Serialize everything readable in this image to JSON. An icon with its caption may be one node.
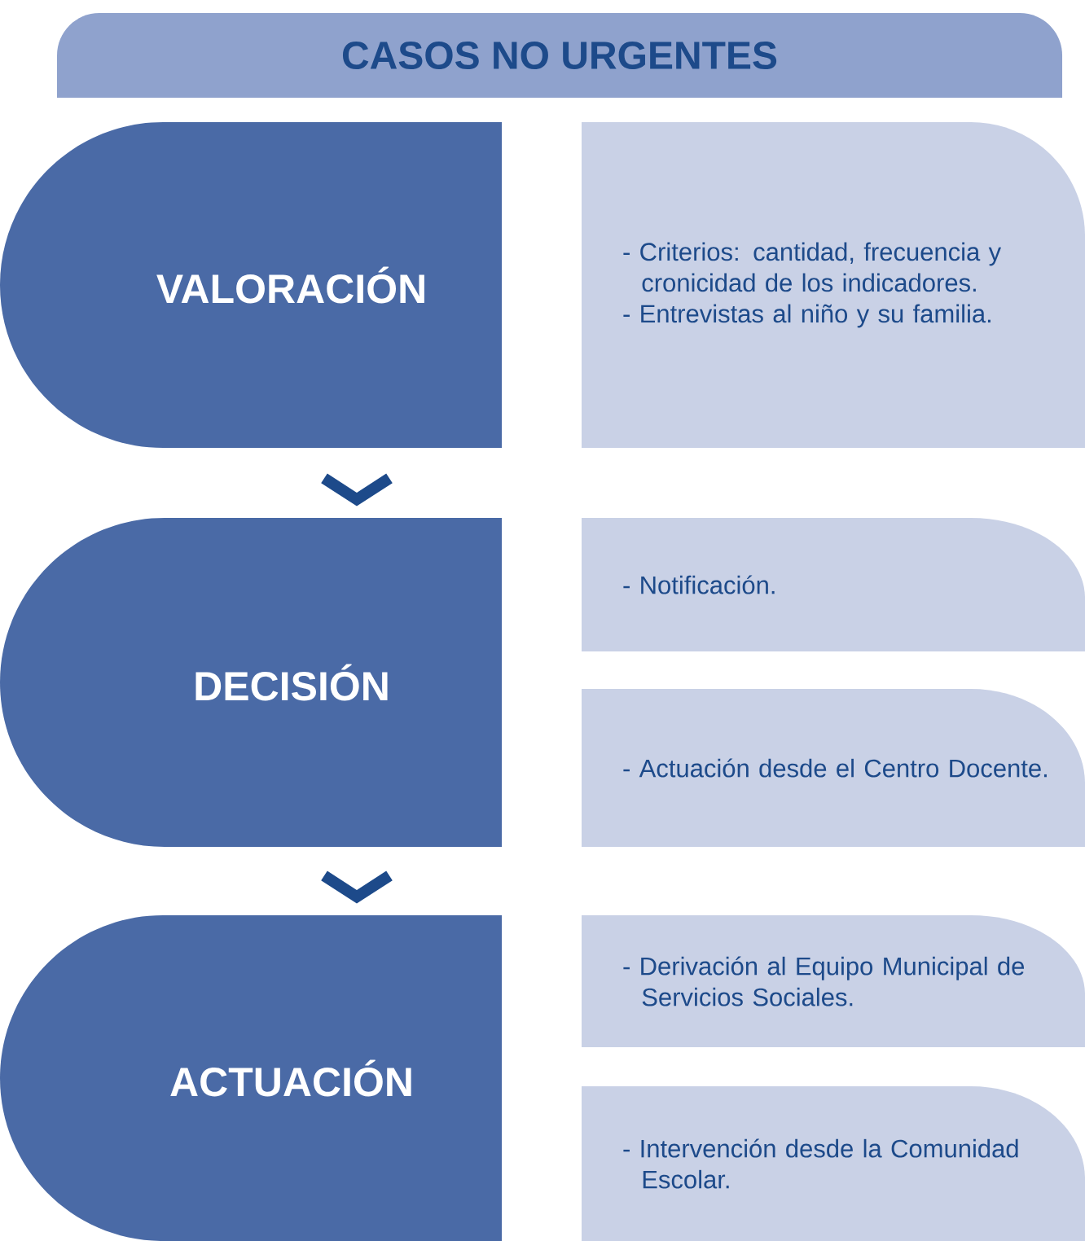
{
  "diagram": {
    "title": "CASOS NO URGENTES",
    "nodes": [
      {
        "text": [
          "VALORACIÓN"
        ]
      },
      {
        "text": [
          "- Criterios: cantidad, frecuencia y cronicidad de los indicadores.",
          "- Entrevistas al niño y su familia."
        ]
      },
      {
        "text": [
          "DECISIÓN"
        ]
      },
      {
        "text": [
          "- Notificación."
        ]
      },
      {
        "text": [
          "- Actuación desde el Centro Docente."
        ]
      },
      {
        "text": [
          "ACTUACIÓN"
        ]
      },
      {
        "text": [
          "- Derivación al Equipo Municipal de Servicios Sociales."
        ]
      },
      {
        "text": [
          "- Intervención desde la Comunidad Escolar."
        ]
      }
    ],
    "edges": [
      {
        "from": 0,
        "to": 2,
        "arrow": "to"
      },
      {
        "from": 2,
        "to": 5,
        "arrow": "to"
      }
    ]
  }
}
